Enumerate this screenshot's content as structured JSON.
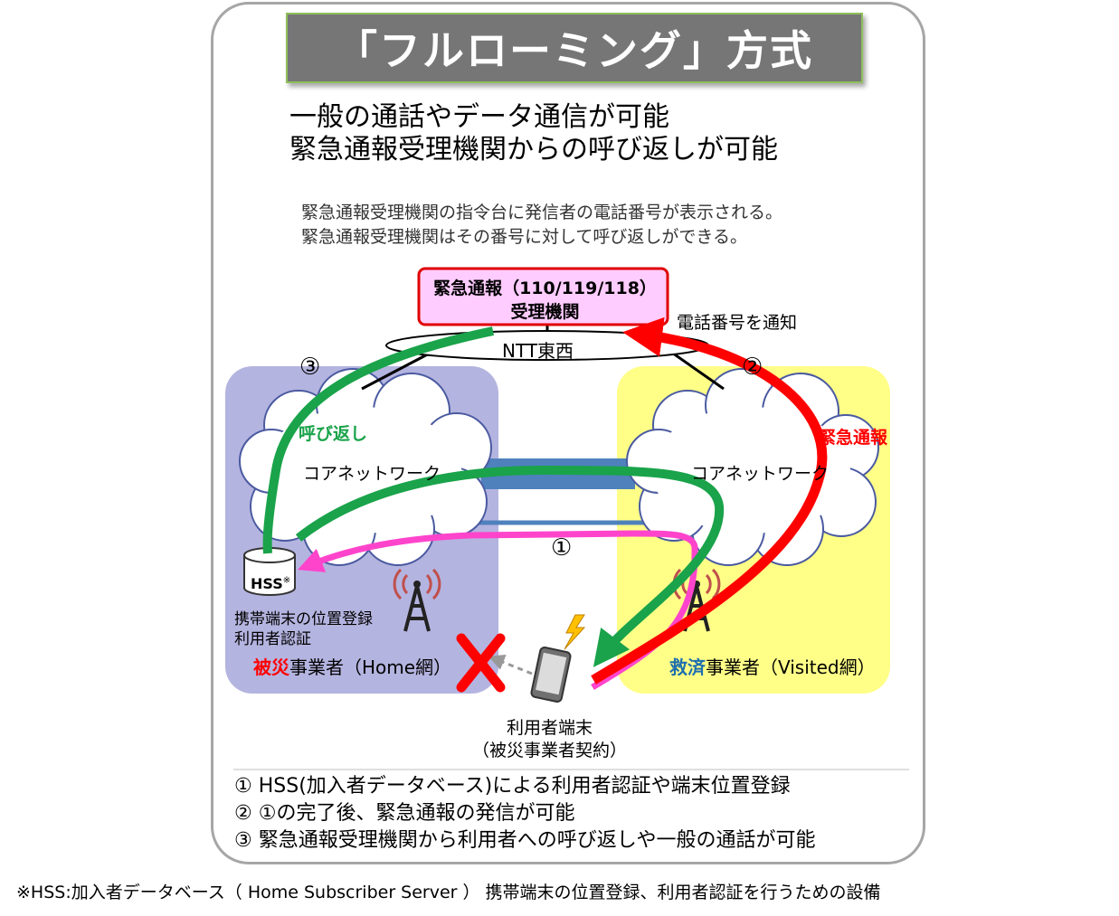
{
  "title": "「フルローミング」方式",
  "headline": [
    "一般の通話やデータ通信が可能",
    "緊急通報受理機関からの呼び返しが可能"
  ],
  "notes": [
    "緊急通報受理機関の指令台に発信者の電話番号が表示される。",
    "緊急通報受理機関はその番号に対して呼び返しができる。"
  ],
  "emergency_box": {
    "line1": "緊急通報（110/119/118）",
    "line2": "受理機関"
  },
  "ntt_label": "NTT東西",
  "notify_label": "電話番号を通知",
  "step_markers": [
    "①",
    "②",
    "③"
  ],
  "callback_label": "呼び返し",
  "emergency_call_label": "緊急通報",
  "core_network_label": "コアネットワーク",
  "hss_label": "HSS",
  "hss_mark": "※",
  "hss_caption": [
    "携帯端末の位置登録",
    "利用者認証"
  ],
  "home_operator": {
    "prefix": "被災",
    "suffix": "事業者（Home網）"
  },
  "visited_operator": {
    "prefix": "救済",
    "suffix": "事業者（Visited網）"
  },
  "user_terminal": [
    "利用者端末",
    "（被災事業者契約）"
  ],
  "legend": [
    "①  HSS(加入者データベース)による利用者認証や端末位置登録",
    "②  ①の完了後、緊急通報の発信が可能",
    "③  緊急通報受理機関から利用者への呼び返しや一般の通話が可能"
  ],
  "footnote": "※HSS:加入者データベース（ Home Subscriber Server ）  携帯端末の位置登録、利用者認証を行うための設備",
  "colors": {
    "home_bg": "#b4b4e0",
    "visited_bg": "#ffff88",
    "callback_arrow": "#1aa34a",
    "emergency_arrow": "#ff0000",
    "auth_arrow": "#ff44cc",
    "link_bar": "#4f81bd",
    "emergency_box_fill": "#ffccff",
    "emergency_box_border": "#e00000"
  }
}
